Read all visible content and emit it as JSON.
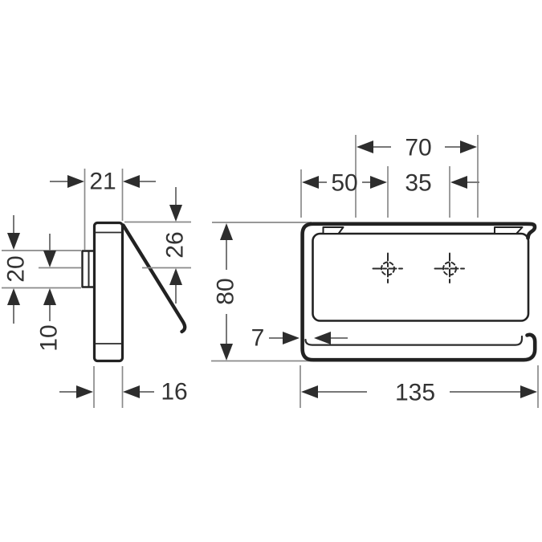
{
  "drawing": {
    "description": "Two-view dimensioned technical line drawing of a wall-mounted roll holder",
    "colors": {
      "background": "#ffffff",
      "product_line": "#222222",
      "dimension_line": "#8a8a8a",
      "arrowhead": "#2d2d2d",
      "text": "#333333"
    },
    "views": {
      "side": {
        "dims": {
          "total_depth": "21",
          "mount_block_height": "20",
          "hole_offset": "10",
          "arm_drop": "26",
          "plate_depth": "16"
        }
      },
      "front": {
        "dims": {
          "inner_span": "70",
          "edge_to_hole": "50",
          "hole_spacing": "35",
          "height": "80",
          "plate_inset": "7",
          "total_width": "135"
        },
        "screw_hole_count": 2
      }
    }
  }
}
